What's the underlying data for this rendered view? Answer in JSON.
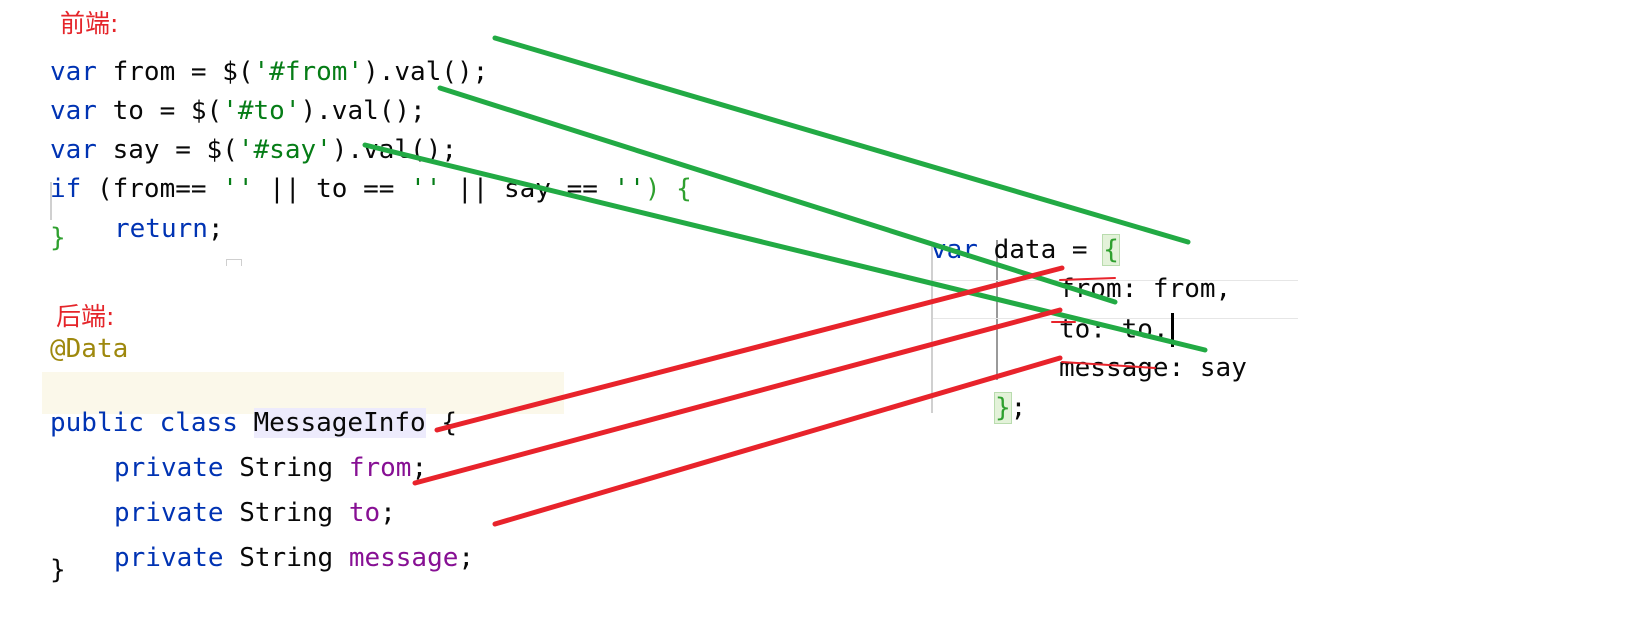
{
  "frontend": {
    "label": "前端:",
    "lines": {
      "l1": {
        "kw": "var",
        "rest": " from = $(",
        "str": "'#from'",
        "tail": ").val();"
      },
      "l2": {
        "kw": "var",
        "rest": " to = $(",
        "str": "'#to'",
        "tail": ").val();"
      },
      "l3": {
        "kw": "var",
        "rest": " say = $(",
        "str": "'#say'",
        "tail": ").val();"
      },
      "l4": {
        "kw": "if",
        "p1": " (from== ",
        "s1": "''",
        "p2": " || to == ",
        "s2": "''",
        "p3": " || say == ",
        "s3": "''",
        "tail": ") {"
      },
      "l5": {
        "kw": "return",
        "tail": ";"
      },
      "l6": {
        "brace": "}"
      }
    }
  },
  "backend": {
    "label": "后端:",
    "annotation": "@Data",
    "class_decl": {
      "kw1": "public",
      "kw2": "class",
      "name": "MessageInfo",
      "tail": " {"
    },
    "fields": [
      {
        "kw": "private",
        "type": "String",
        "name": "from"
      },
      {
        "kw": "private",
        "type": "String",
        "name": "to"
      },
      {
        "kw": "private",
        "type": "String",
        "name": "message"
      }
    ],
    "close": "}"
  },
  "data_object": {
    "decl": {
      "kw": "var",
      "rest": " data = ",
      "open": "{"
    },
    "props": [
      {
        "key": "from:",
        "value": " from,"
      },
      {
        "key": "to:",
        "value": " to,"
      },
      {
        "key": "message:",
        "value": " say"
      }
    ],
    "close": "};"
  },
  "colors": {
    "green_connector": "#22aa44",
    "red_connector": "#e8232b"
  }
}
